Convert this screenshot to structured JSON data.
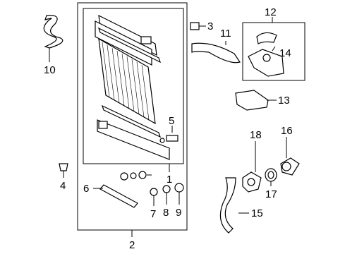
{
  "diagram": {
    "callouts": [
      {
        "id": "c1",
        "text": "1"
      },
      {
        "id": "c2",
        "text": "2"
      },
      {
        "id": "c3",
        "text": "3"
      },
      {
        "id": "c4",
        "text": "4"
      },
      {
        "id": "c5",
        "text": "5"
      },
      {
        "id": "c6",
        "text": "6"
      },
      {
        "id": "c7",
        "text": "7"
      },
      {
        "id": "c8",
        "text": "8"
      },
      {
        "id": "c9",
        "text": "9"
      },
      {
        "id": "c10",
        "text": "10"
      },
      {
        "id": "c11",
        "text": "11"
      },
      {
        "id": "c12",
        "text": "12"
      },
      {
        "id": "c13",
        "text": "13"
      },
      {
        "id": "c14",
        "text": "14"
      },
      {
        "id": "c15",
        "text": "15"
      },
      {
        "id": "c16",
        "text": "16"
      },
      {
        "id": "c17",
        "text": "17"
      },
      {
        "id": "c18",
        "text": "18"
      }
    ],
    "colors": {
      "ink": "#000000",
      "background": "#ffffff"
    }
  }
}
